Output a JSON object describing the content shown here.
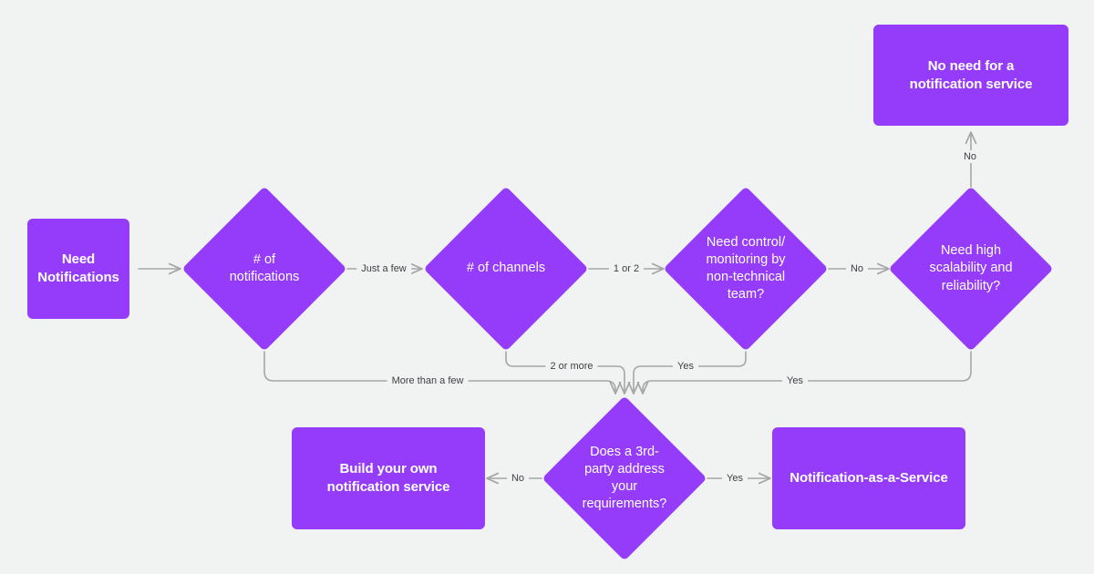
{
  "diagram": {
    "title": "Notification service decision flowchart",
    "background_color": "#f1f2f2",
    "node_color": "#943cfa",
    "node_text_color": "#ffffff",
    "edge_color": "#a6a6a6",
    "edge_label_color": "#3f3f46"
  },
  "nodes": {
    "need_notifications": {
      "label": "Need\nNotifications",
      "shape": "rectangle"
    },
    "num_notifications": {
      "label": "# of\nnotifications",
      "shape": "diamond"
    },
    "num_channels": {
      "label": "# of channels",
      "shape": "diamond"
    },
    "need_control": {
      "label": "Need control/\nmonitoring by\nnon-technical\nteam?",
      "shape": "diamond"
    },
    "need_scalability": {
      "label": "Need high\nscalability and\nreliability?",
      "shape": "diamond"
    },
    "no_need": {
      "label": "No need for a\nnotification service",
      "shape": "rectangle"
    },
    "third_party": {
      "label": "Does a 3rd-\nparty address\nyour\nrequirements?",
      "shape": "diamond"
    },
    "build_own": {
      "label": "Build your own\nnotification service",
      "shape": "rectangle"
    },
    "naas": {
      "label": "Notification-as-a-Service",
      "shape": "rectangle"
    }
  },
  "edge_labels": {
    "just_a_few": "Just a few",
    "more_than_a_few": "More than a few",
    "one_or_two": "1 or 2",
    "two_or_more": "2 or more",
    "control_no": "No",
    "control_yes": "Yes",
    "scalability_no": "No",
    "scalability_yes": "Yes",
    "third_party_no": "No",
    "third_party_yes": "Yes"
  }
}
